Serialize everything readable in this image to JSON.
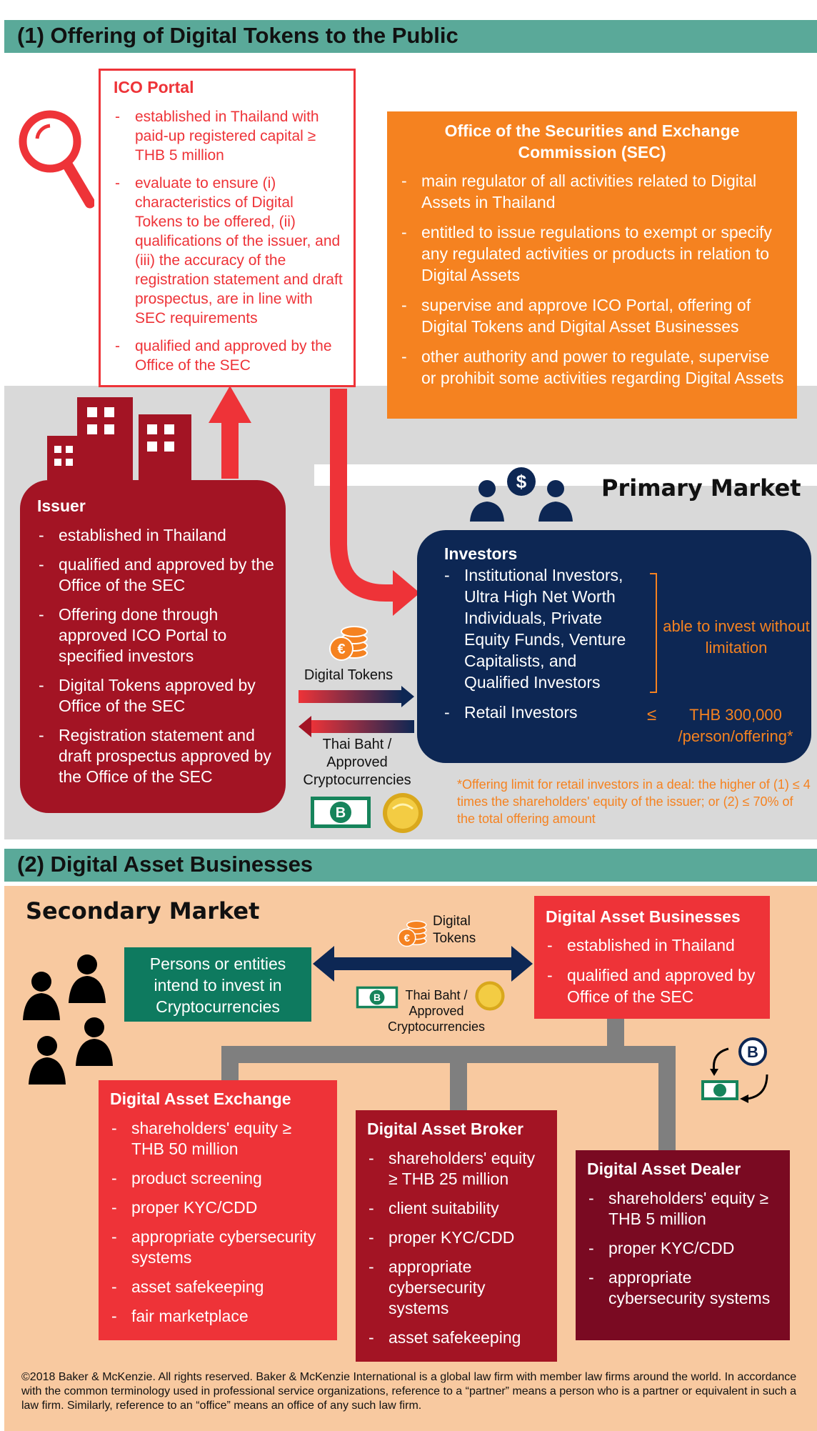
{
  "section1": {
    "title": "(1) Offering of Digital Tokens to the Public"
  },
  "ico_portal": {
    "title": "ICO Portal",
    "items": [
      "established in Thailand with paid-up registered capital ≥ THB 5 million",
      "evaluate to ensure (i) characteristics of Digital Tokens to be offered, (ii) qualifications of the issuer, and (iii) the accuracy of the registration statement and draft prospectus, are in line with SEC requirements",
      "qualified and approved by the Office of the SEC"
    ]
  },
  "sec": {
    "title": "Office of the Securities and Exchange Commission (SEC)",
    "items": [
      "main regulator of all activities related to Digital Assets in Thailand",
      "entitled to issue regulations to exempt or specify any regulated activities or products in relation to Digital Assets",
      "supervise and approve ICO Portal, offering of Digital Tokens and Digital Asset Businesses",
      "other authority and power to regulate, supervise or prohibit some activities regarding Digital Assets"
    ]
  },
  "primary_market": {
    "label": "Primary Market"
  },
  "issuer": {
    "title": "Issuer",
    "items": [
      "established in Thailand",
      "qualified and approved by the Office of the SEC",
      "Offering done through approved ICO Portal to specified investors",
      "Digital Tokens approved by Office of the SEC",
      "Registration statement and draft prospectus approved by the Office of the SEC"
    ]
  },
  "flow1": {
    "tokens_label": "Digital Tokens",
    "baht_label": "Thai Baht / Approved Cryptocurrencies"
  },
  "investors": {
    "title": "Investors",
    "institutional": "Institutional Investors, Ultra High Net Worth Individuals, Private Equity Funds, Venture Capitalists, and Qualified Investors",
    "retail": "Retail Investors",
    "no_limit": "able to invest without limitation",
    "leq": "≤",
    "retail_limit": "THB 300,000 /person/offering*"
  },
  "footnote": "*Offering limit for retail investors in a deal: the higher of (1) ≤  4 times the shareholders' equity of the issuer; or (2) ≤  70% of the total offering amount",
  "section2": {
    "title": "(2) Digital Asset Businesses"
  },
  "secondary_market": {
    "label": "Secondary Market"
  },
  "persons": {
    "text": "Persons or entities intend to invest in Cryptocurrencies"
  },
  "flow2": {
    "tokens_label": "Digital Tokens",
    "baht_label": "Thai Baht / Approved Cryptocurrencies"
  },
  "dab": {
    "title": "Digital Asset Businesses",
    "items": [
      "established in Thailand",
      "qualified and approved by Office of the SEC"
    ]
  },
  "exchange": {
    "title": "Digital Asset Exchange",
    "items": [
      "shareholders' equity ≥ THB 50 million",
      "product screening",
      "proper KYC/CDD",
      "appropriate cybersecurity systems",
      "asset safekeeping",
      "fair marketplace"
    ]
  },
  "broker": {
    "title": "Digital Asset Broker",
    "items": [
      "shareholders' equity ≥ THB 25 million",
      "client suitability",
      "proper KYC/CDD",
      "appropriate cybersecurity systems",
      "asset safekeeping"
    ]
  },
  "dealer": {
    "title": "Digital Asset Dealer",
    "items": [
      "shareholders' equity ≥ THB 5 million",
      "proper KYC/CDD",
      "appropriate cybersecurity systems"
    ]
  },
  "copyright": "©2018 Baker & McKenzie. All rights reserved. Baker & McKenzie International is a global law firm with member law firms around the world. In accordance with the common terminology used in professional service organizations, reference to a “partner” means a person who is a partner or equivalent in such a law firm. Similarly, reference to an “office” means an office of any such law firm.",
  "colors": {
    "teal": "#5aa999",
    "red": "#ee3338",
    "dark_red": "#a31424",
    "maroon": "#7a0a22",
    "orange": "#f58220",
    "navy": "#0d2754",
    "peach": "#f8c9a0",
    "grey": "#d9d9d9"
  }
}
